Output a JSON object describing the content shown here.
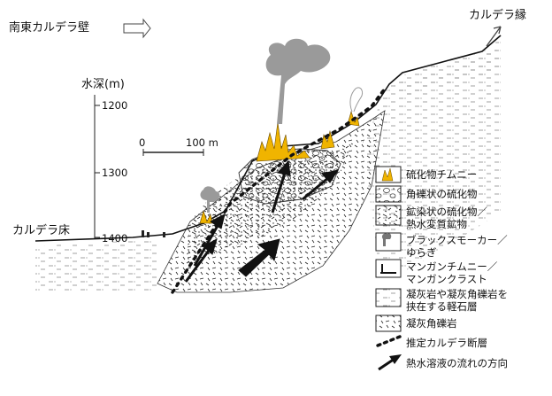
{
  "labels": {
    "south_east_wall": "南東カルデラ壁",
    "caldera_rim": "カルデラ縁",
    "water_depth": "水深(m)",
    "caldera_floor": "カルデラ床",
    "scale_zero": "0",
    "scale_100": "100 m"
  },
  "depth_ticks": [
    "1200",
    "1300",
    "1400"
  ],
  "legend": [
    {
      "line1": "硫化物チムニー",
      "line2": ""
    },
    {
      "line1": "角礫状の硫化物",
      "line2": ""
    },
    {
      "line1": "鉱染状の硫化物／",
      "line2": "熱水変質鉱物"
    },
    {
      "line1": "ブラックスモーカー／",
      "line2": "ゆらぎ"
    },
    {
      "line1": "マンガンチムニー／",
      "line2": "マンガンクラスト"
    },
    {
      "line1": "凝灰岩や凝灰角礫岩を",
      "line2": "挟在する軽石層"
    },
    {
      "line1": "凝灰角礫岩",
      "line2": ""
    },
    {
      "line1": "推定カルデラ断層",
      "line2": ""
    },
    {
      "line1": "熱水溶液の流れの方向",
      "line2": ""
    }
  ]
}
